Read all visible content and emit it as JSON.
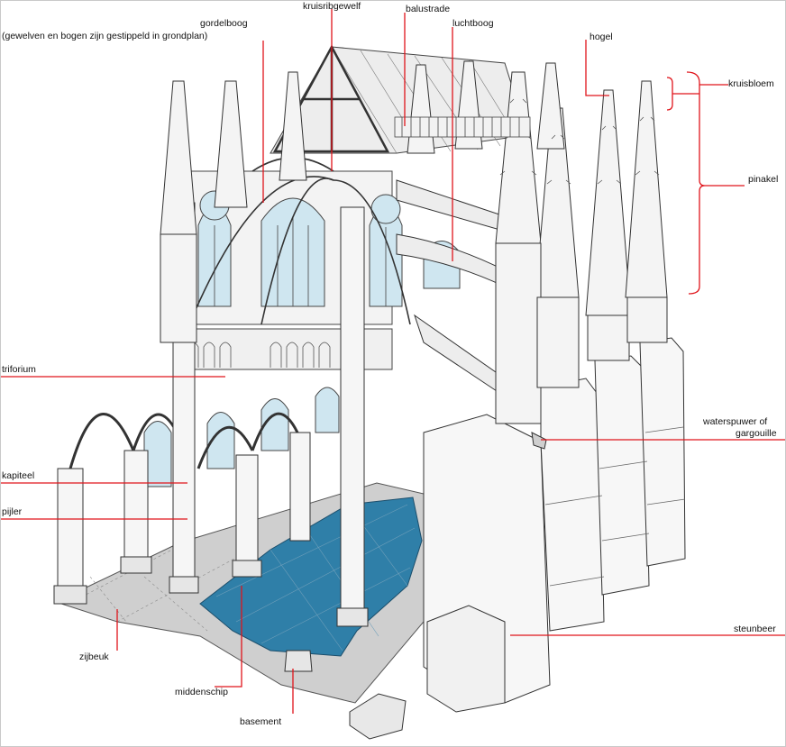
{
  "labels": {
    "kruisribgewelf": "kruisribgewelf",
    "gordelboog": "gordelboog",
    "grondplan_note": "(gewelven en bogen zijn gestippeld in grondplan)",
    "balustrade": "balustrade",
    "luchtboog": "luchtboog",
    "hogel": "hogel",
    "kruisbloem": "kruisbloem",
    "pinakel": "pinakel",
    "triforium": "triforium",
    "kapiteel": "kapiteel",
    "pijler": "pijler",
    "waterspuwer": "waterspuwer of",
    "gargouille": "gargouille",
    "steunbeer": "steunbeer",
    "zijbeuk": "zijbeuk",
    "middenschip": "middenschip",
    "basement": "basement"
  },
  "colors": {
    "leader": "#e0141b",
    "ink": "#3a3a3a",
    "glass": "#cfe6f0",
    "nave_floor": "#2f7fa8",
    "aisle_floor": "#c8c8c8",
    "stone": "#f4f4f4"
  }
}
